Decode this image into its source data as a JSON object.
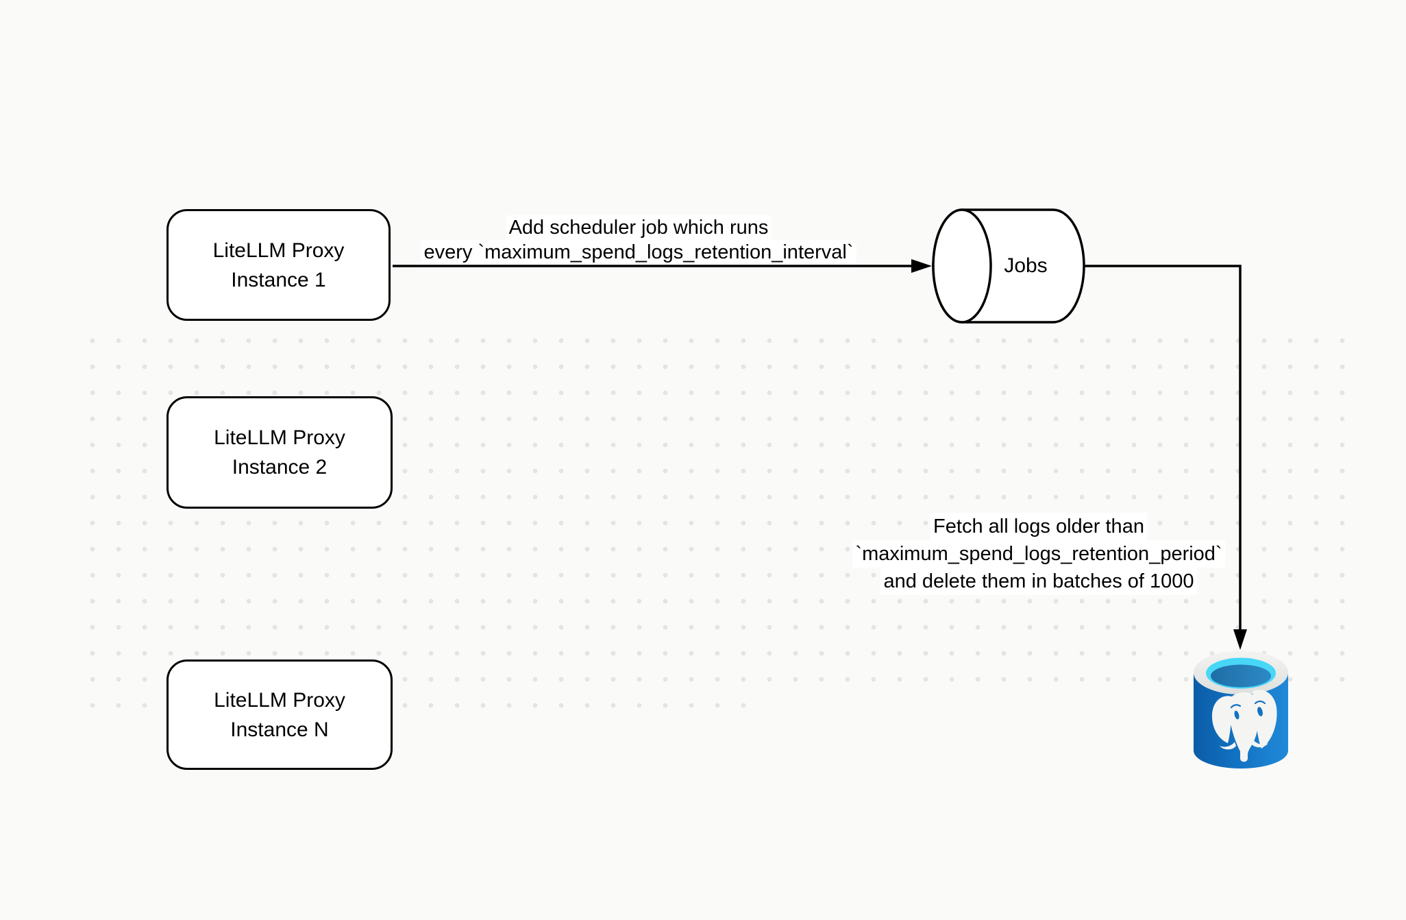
{
  "canvas": {
    "background_color": "#fafaf9",
    "dot_color": "#e4e4e2"
  },
  "nodes": {
    "instance1": {
      "lines": [
        "LiteLLM Proxy",
        "Instance 1"
      ]
    },
    "instance2": {
      "lines": [
        "LiteLLM Proxy",
        "Instance 2"
      ]
    },
    "instanceN": {
      "lines": [
        "LiteLLM Proxy",
        "Instance N"
      ]
    },
    "jobs": {
      "label": "Jobs"
    },
    "postgres": {
      "icon": "postgresql-database-icon",
      "body_color": "#1272c2",
      "rim_color": "#ebebe9",
      "opening_color": "#48d7f7",
      "inner_color": "#2a7fb8",
      "elephant_color": "#f4f4f2"
    }
  },
  "edges": {
    "scheduler": {
      "lines": [
        "Add scheduler job which runs",
        "every `maximum_spend_logs_retention_interval`"
      ]
    },
    "fetch": {
      "lines": [
        "Fetch all logs older than",
        "`maximum_spend_logs_retention_period`",
        "and delete them in batches of 1000"
      ]
    }
  }
}
